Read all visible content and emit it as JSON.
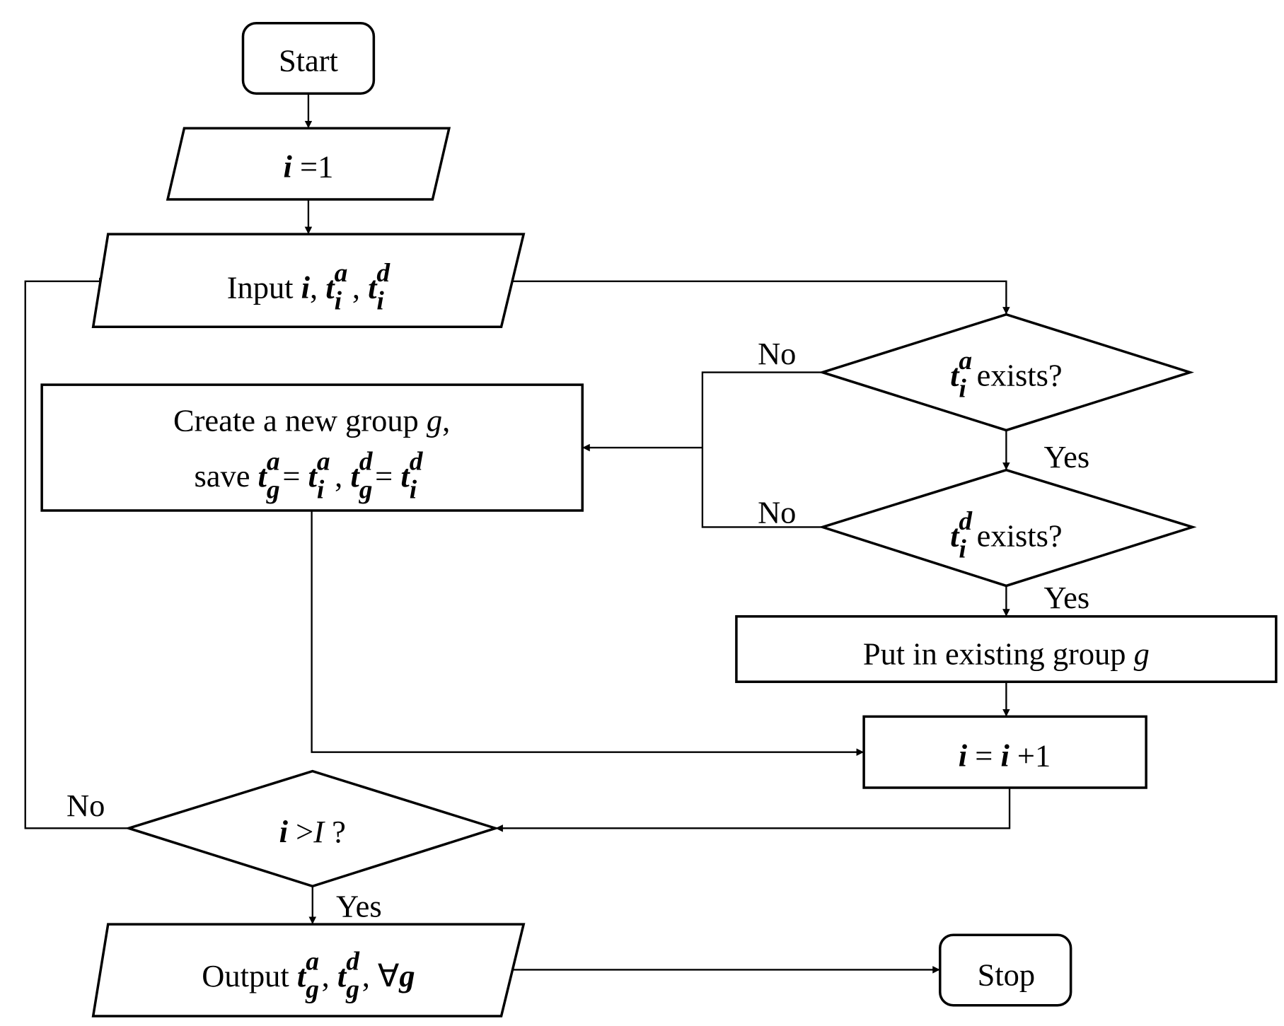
{
  "nodes": {
    "start": [
      {
        "t": "Start",
        "s": "r"
      }
    ],
    "init": [
      {
        "t": "i",
        "s": "bi"
      },
      {
        "t": " =1",
        "s": "r"
      }
    ],
    "input": [
      {
        "t": "Input ",
        "s": "r"
      },
      {
        "t": "i",
        "s": "bi"
      },
      {
        "t": ", ",
        "s": "r"
      },
      {
        "base": "t",
        "sup": "a",
        "sub": "i"
      },
      {
        "t": " , ",
        "s": "r"
      },
      {
        "base": "t",
        "sup": "d",
        "sub": "i"
      }
    ],
    "check_a": [
      {
        "base": "t",
        "sup": "a",
        "sub": "i"
      },
      {
        "t": "  exists?",
        "s": "r"
      }
    ],
    "check_d": [
      {
        "base": "t",
        "sup": "d",
        "sub": "i"
      },
      {
        "t": "  exists?",
        "s": "r"
      }
    ],
    "create_line1": [
      {
        "t": "Create a new group ",
        "s": "r"
      },
      {
        "t": "g",
        "s": "i"
      },
      {
        "t": ",",
        "s": "r"
      }
    ],
    "create_line2": [
      {
        "t": "save ",
        "s": "r"
      },
      {
        "base": "t",
        "sup": "a",
        "sub": "g"
      },
      {
        "t": "= ",
        "s": "r"
      },
      {
        "base": "t",
        "sup": "a",
        "sub": "i"
      },
      {
        "t": " , ",
        "s": "r"
      },
      {
        "base": "t",
        "sup": "d",
        "sub": "g"
      },
      {
        "t": "= ",
        "s": "r"
      },
      {
        "base": "t",
        "sup": "d",
        "sub": "i"
      }
    ],
    "put": [
      {
        "t": "Put in existing group ",
        "s": "r"
      },
      {
        "t": "g",
        "s": "i"
      }
    ],
    "increment": [
      {
        "t": "i",
        "s": "bi"
      },
      {
        "t": " = ",
        "s": "r"
      },
      {
        "t": "i",
        "s": "bi"
      },
      {
        "t": " +1",
        "s": "r"
      }
    ],
    "check_end": [
      {
        "t": "i",
        "s": "bi"
      },
      {
        "t": " >",
        "s": "r"
      },
      {
        "t": "I",
        "s": "i"
      },
      {
        "t": " ?",
        "s": "r"
      }
    ],
    "output": [
      {
        "t": "Output ",
        "s": "r"
      },
      {
        "base": "t",
        "sup": "a",
        "sub": "g"
      },
      {
        "t": ", ",
        "s": "r"
      },
      {
        "base": "t",
        "sup": "d",
        "sub": "g"
      },
      {
        "t": ", ∀",
        "s": "r"
      },
      {
        "t": "g",
        "s": "bi"
      }
    ],
    "stop": [
      {
        "t": "Stop",
        "s": "r"
      }
    ]
  },
  "edge_labels": {
    "no_a": "No",
    "yes_a": "Yes",
    "no_d": "No",
    "yes_d": "Yes",
    "no_end": "No",
    "yes_end": "Yes"
  }
}
